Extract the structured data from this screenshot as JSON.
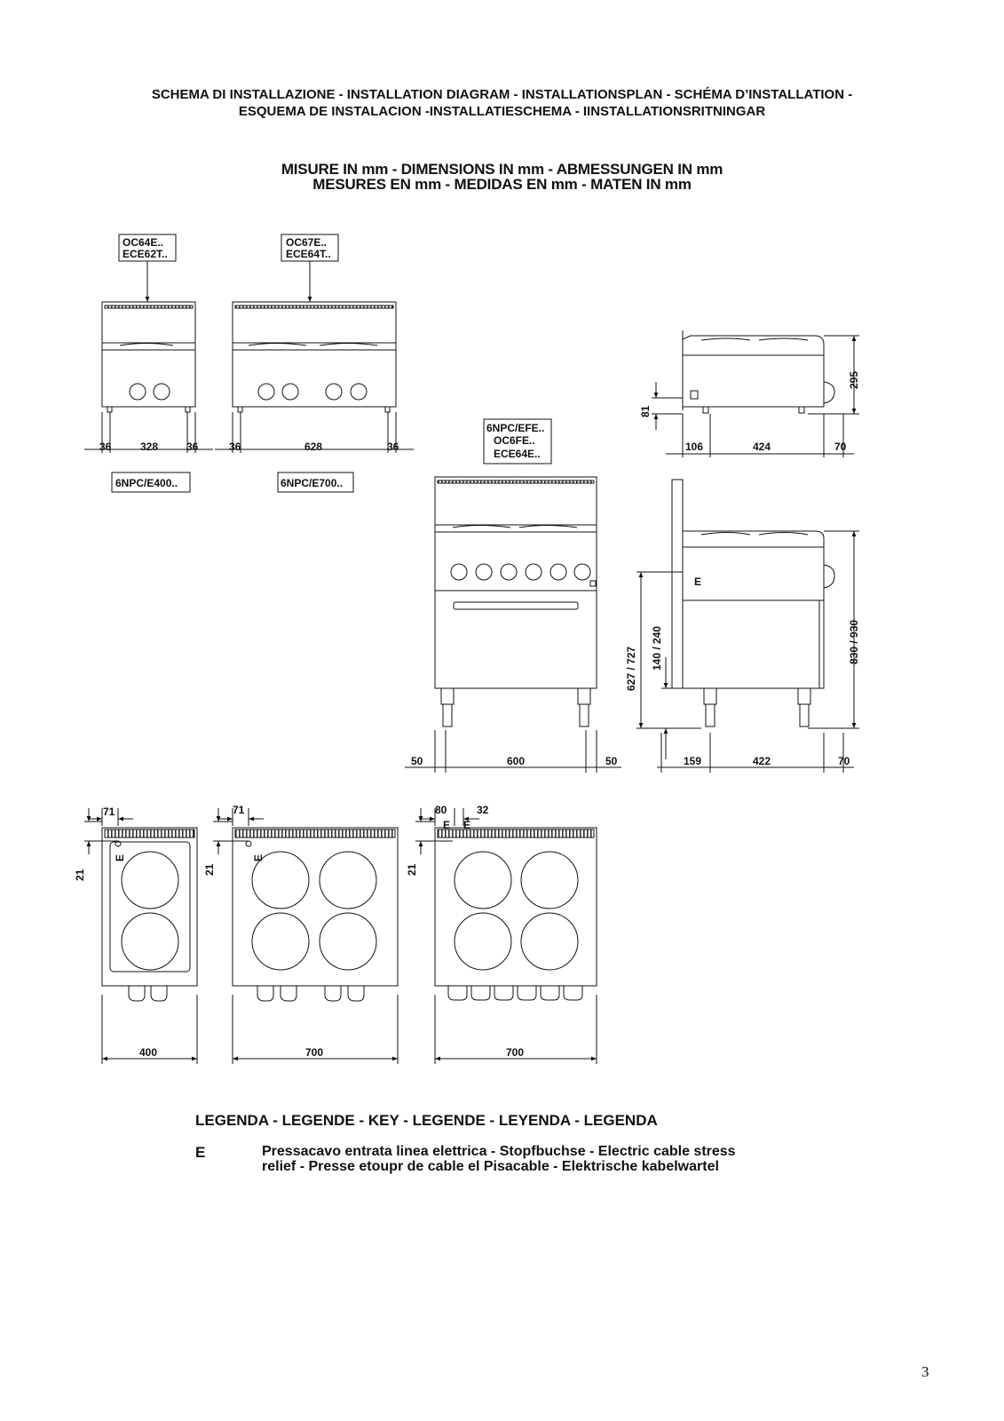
{
  "header": {
    "line1": "SCHEMA DI INSTALLAZIONE - INSTALLATION DIAGRAM - INSTALLATIONSPLAN - SCHÉMA D’INSTALLATION -",
    "line2": "ESQUEMA DE INSTALACION -INSTALLATIESCHEMA - IINSTALLATIONSRITNINGAR",
    "dim_line1": "MISURE IN mm - DIMENSIONS IN mm - ABMESSUNGEN IN mm",
    "dim_line2": "MESURES EN mm - MEDIDAS EN mm - MATEN IN mm"
  },
  "models": {
    "small_top_a": "OC64E..",
    "small_top_b": "ECE62T..",
    "large_top_a": "OC67E..",
    "large_top_b": "ECE64T..",
    "oven_a": "6NPC/EFE..",
    "oven_b": "OC6FE..",
    "oven_c": "ECE64E..",
    "small_base": "6NPC/E400..",
    "large_base": "6NPC/E700.."
  },
  "dims": {
    "d36": "36",
    "d328": "328",
    "d628": "628",
    "d81": "81",
    "d295": "295",
    "d106": "106",
    "d424": "424",
    "d70": "70",
    "d50": "50",
    "d600": "600",
    "d627": "627 / 727",
    "d140": "140 / 240",
    "d830": "830 / 930",
    "d159": "159",
    "d422": "422",
    "d71": "71",
    "d80": "80",
    "d32": "32",
    "d21": "21",
    "d400": "400",
    "d700": "700",
    "e": "E"
  },
  "legend": {
    "title": "LEGENDA - LEGENDE - KEY - LEGENDE - LEYENDA - LEGENDA",
    "key": "E",
    "text": "Pressacavo entrata linea elettrica - Stopfbuchse - Electric cable stress relief - Presse etoupr de cable el Pisacable - Elektrische kabelwartel"
  },
  "page_number": "3"
}
